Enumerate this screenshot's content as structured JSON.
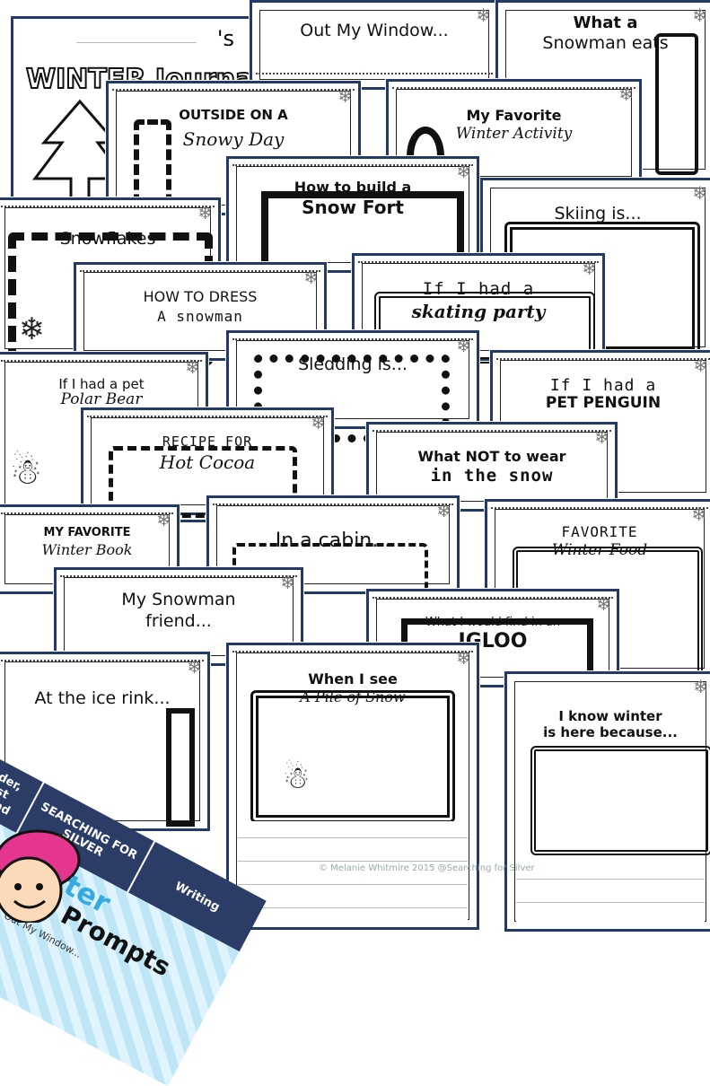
{
  "journal": {
    "title": "WINTER Journal",
    "apostrophe": "'s"
  },
  "prompts": [
    {
      "id": "out-my-window",
      "text": "Out My Window..."
    },
    {
      "id": "snowman-eats",
      "line1": "What a",
      "line2": "Snowman eats"
    },
    {
      "id": "snowy-day",
      "line1": "OUTSIDE ON A",
      "line2": "Snowy Day"
    },
    {
      "id": "winter-activity",
      "line1": "My Favorite",
      "line2": "Winter Activity"
    },
    {
      "id": "snow-fort",
      "line1": "How to build a",
      "line2": "Snow Fort"
    },
    {
      "id": "snowflakes",
      "text": "Snowflakes"
    },
    {
      "id": "skiing",
      "text": "Skiing is..."
    },
    {
      "id": "dress-snowman",
      "line1": "HOW TO DRESS",
      "line2": "A snowman"
    },
    {
      "id": "skating-party",
      "line1": "If I had a",
      "line2": "skating party"
    },
    {
      "id": "polar-bear",
      "line1": "If I had a pet",
      "line2": "Polar Bear"
    },
    {
      "id": "sledding",
      "text": "Sledding is..."
    },
    {
      "id": "pet-penguin",
      "line1": "If I had a",
      "line2": "PET PENGUIN"
    },
    {
      "id": "hot-cocoa",
      "line1": "RECIPE FOR",
      "line2": "Hot Cocoa"
    },
    {
      "id": "not-to-wear",
      "line1": "What NOT to wear",
      "line2": "in the snow"
    },
    {
      "id": "winter-book",
      "line1": "MY FAVORITE",
      "line2": "Winter Book"
    },
    {
      "id": "cabin",
      "text": "In a cabin..."
    },
    {
      "id": "winter-food",
      "line1": "FAVORITE",
      "line2": "Winter Food"
    },
    {
      "id": "snowman-friend",
      "line1": "My Snowman",
      "line2": "friend..."
    },
    {
      "id": "igloo",
      "line1": "What I would find in an",
      "line2": "IGLOO"
    },
    {
      "id": "ice-rink",
      "text": "At the ice rink..."
    },
    {
      "id": "pile-of-snow",
      "line1": "When I see",
      "line2": "A Pile of Snow"
    },
    {
      "id": "winter-here",
      "line1": "I know winter",
      "line2": "is here because..."
    }
  ],
  "cover": {
    "grades": "Kinder, First Second",
    "brand": "SEARCHING FOR SILVER",
    "subject": "Writing",
    "title_line1": "Winter",
    "title_line2": "Writing Prompts",
    "mini": "Out My Window..."
  },
  "copyright": "© Melanie Whitmire 2015 @Searching for Silver",
  "icons": {
    "snowflake": "❄",
    "snowman": "☃"
  }
}
